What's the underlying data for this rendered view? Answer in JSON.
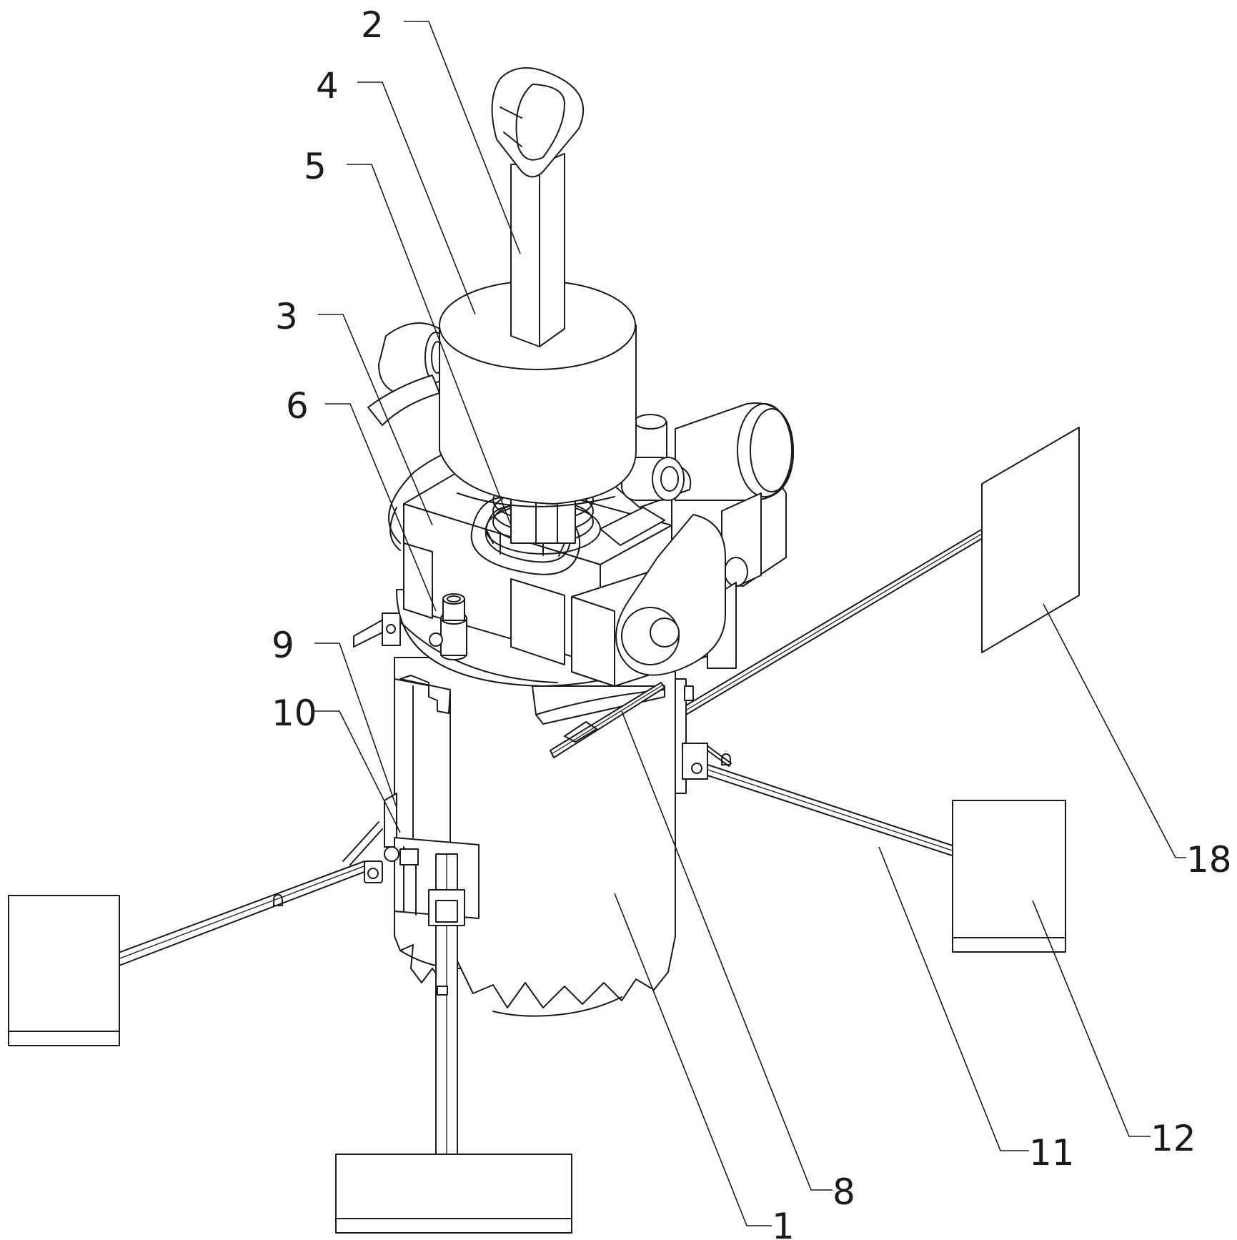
{
  "callouts": [
    {
      "id": "c2",
      "label": "2"
    },
    {
      "id": "c4",
      "label": "4"
    },
    {
      "id": "c5",
      "label": "5"
    },
    {
      "id": "c3",
      "label": "3"
    },
    {
      "id": "c6",
      "label": "6"
    },
    {
      "id": "c9",
      "label": "9"
    },
    {
      "id": "c10",
      "label": "10"
    },
    {
      "id": "c18",
      "label": "18"
    },
    {
      "id": "c12",
      "label": "12"
    },
    {
      "id": "c11",
      "label": "11"
    },
    {
      "id": "c8",
      "label": "8"
    },
    {
      "id": "c1",
      "label": "1"
    }
  ]
}
